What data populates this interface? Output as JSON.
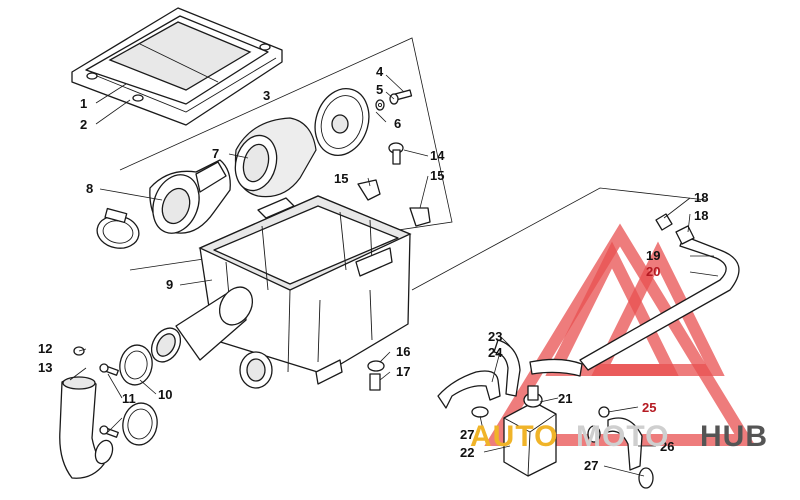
{
  "callouts": {
    "c1": "1",
    "c2": "2",
    "c3": "3",
    "c4": "4",
    "c5": "5",
    "c6": "6",
    "c7": "7",
    "c8": "8",
    "c9": "9",
    "c10": "10",
    "c11": "11",
    "c12": "12",
    "c13": "13",
    "c14": "14",
    "c15a": "15",
    "c15b": "15",
    "c16": "16",
    "c17": "17",
    "c18a": "18",
    "c18b": "18",
    "c19": "19",
    "c20": "20",
    "c21": "21",
    "c22": "22",
    "c23": "23",
    "c24": "24",
    "c25": "25",
    "c26": "26",
    "c27a": "27",
    "c27b": "27"
  },
  "watermark": {
    "part1": "AUTO",
    "part2": "MOTO",
    "part3": "HUB",
    "color1": "#f0b429",
    "color2": "#cfcfcf",
    "color3": "#555555",
    "triangle_color": "#e85050"
  }
}
